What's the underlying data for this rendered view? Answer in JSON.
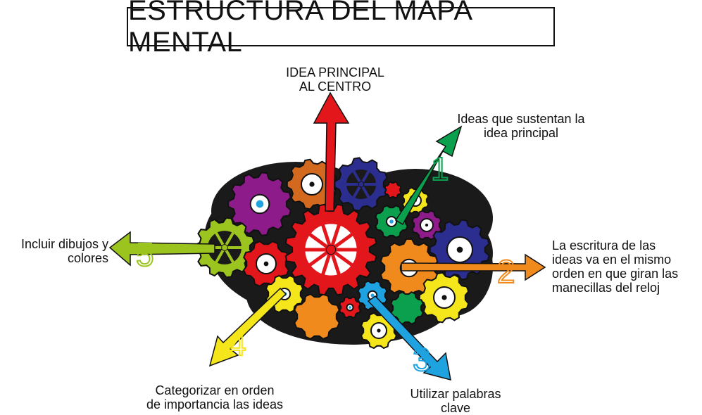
{
  "title": "ESTRUCTURA DEL MAPA MENTAL",
  "labels": {
    "center": "IDEA PRINCIPAL\nAL CENTRO",
    "step1": "Ideas que sustentan la\nidea principal",
    "step2": "La escritura de las\nideas va en el mismo\norden en que giran las\nmanecillas del reloj",
    "step3": "Utilizar palabras\nclave",
    "step4": "Categorizar en orden\nde importancia las ideas",
    "step5": "Incluir dibujos y\ncolores"
  },
  "numbers": {
    "n1": "1",
    "n2": "2",
    "n3": "3",
    "n4": "4",
    "n5": "5"
  },
  "colors": {
    "center": "#e3161c",
    "step1": "#0aa04d",
    "step2": "#f08a1c",
    "step3": "#1ea3e0",
    "step4": "#f4e61a",
    "step5": "#9cc41e",
    "cloud": "#1a1a1a"
  }
}
